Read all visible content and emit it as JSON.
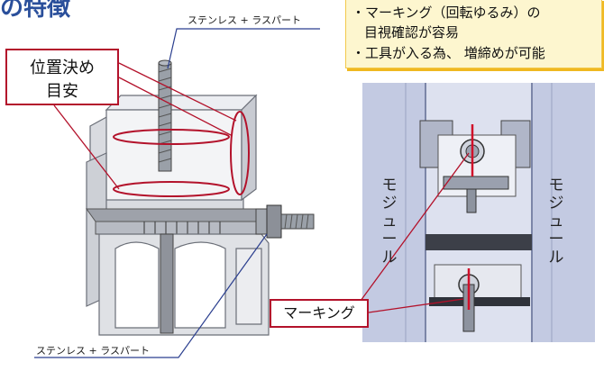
{
  "title": "の特徴",
  "notes": [
    "・マーキング（回転ゆるみ）の",
    "目視確認が容易",
    "・工具が入る為、 増締めが可能"
  ],
  "positioning_label": [
    "位置決め",
    "目安"
  ],
  "callout_top": "ステンレス + ラスパート",
  "callout_bottom": "ステンレス + ラスパート",
  "marking_label": "マーキング",
  "module_left": "モジュール",
  "module_right": "モジュール",
  "colors": {
    "title": "#2a4f9b",
    "accent_red": "#b3122b",
    "note_bg": "#fdf6cf",
    "note_shadow": "#f0b820",
    "leader_blue": "#2b3f8f"
  }
}
